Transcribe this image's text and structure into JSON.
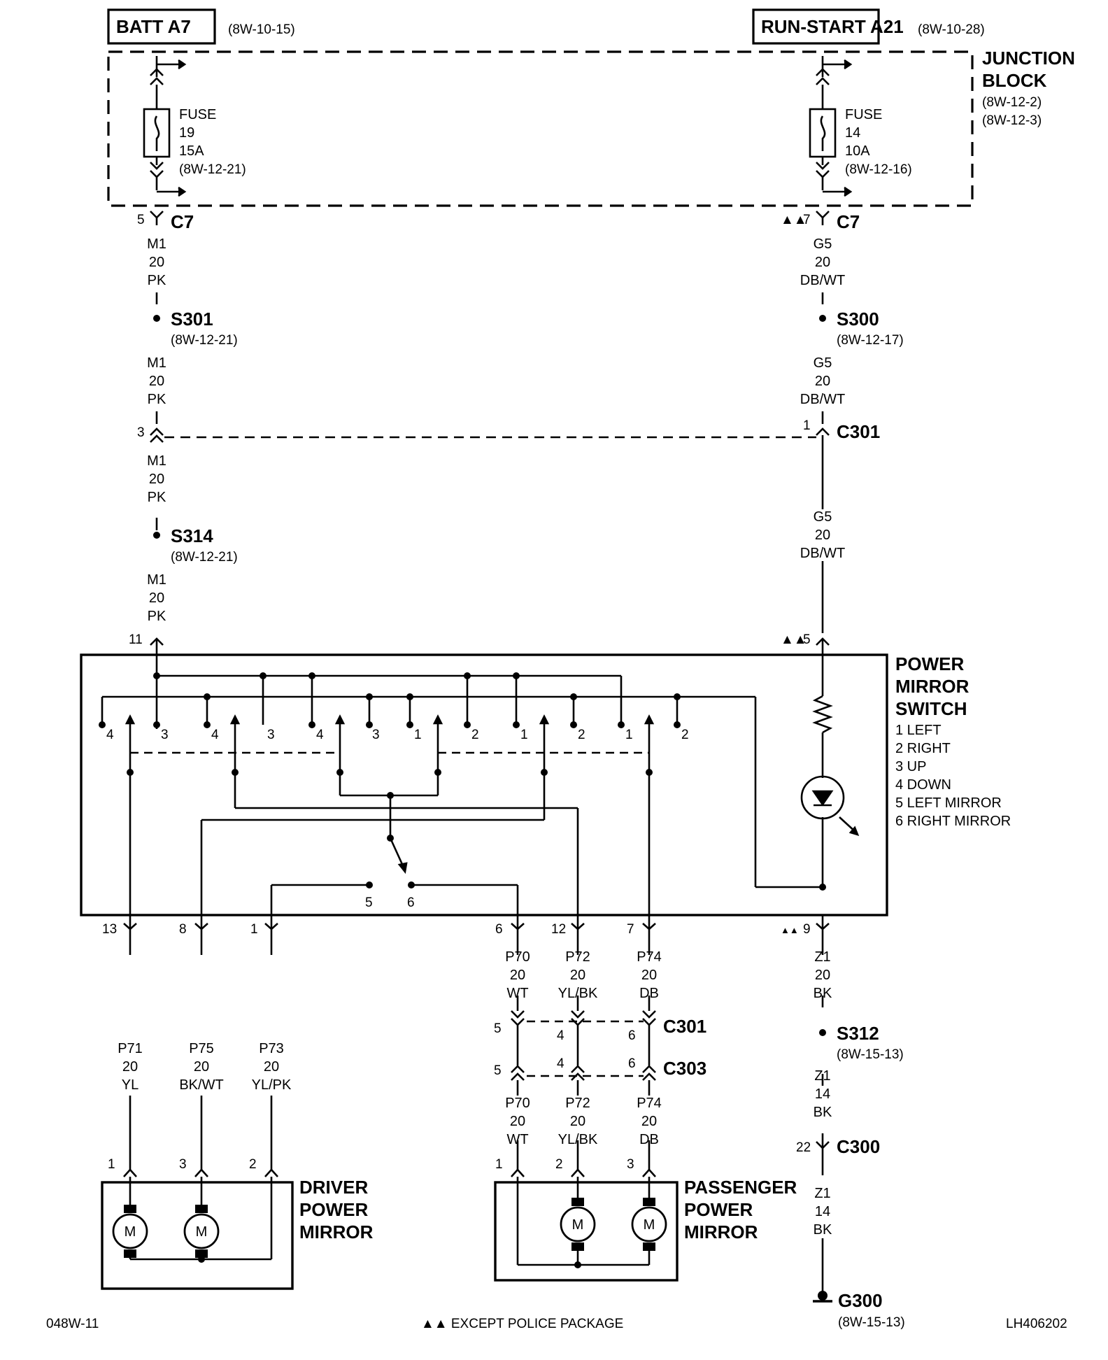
{
  "sources": {
    "batt": {
      "name": "BATT A7",
      "ref": "(8W-10-15)"
    },
    "run_start": {
      "name": "RUN-START A21",
      "ref": "(8W-10-28)"
    }
  },
  "junction_block": {
    "title1": "JUNCTION",
    "title2": "BLOCK",
    "ref1": "(8W-12-2)",
    "ref2": "(8W-12-3)"
  },
  "fuses": [
    {
      "l1": "FUSE",
      "l2": "19",
      "l3": "15A",
      "l4": "(8W-12-21)"
    },
    {
      "l1": "FUSE",
      "l2": "14",
      "l3": "10A",
      "l4": "(8W-12-16)"
    }
  ],
  "connectors": {
    "c7_left": {
      "pin": "5",
      "name": "C7"
    },
    "c7_right": {
      "pin": "7",
      "name": "C7",
      "marker": "▲▲"
    },
    "c301_left_pin": "3",
    "c301_right": {
      "pin": "1",
      "name": "C301"
    },
    "sw11_pin": "11",
    "sw5": {
      "pin": "5",
      "marker": "▲▲"
    },
    "c300": {
      "pin": "22",
      "name": "C300"
    }
  },
  "wires": {
    "m1": {
      "circuit": "M1",
      "gauge": "20",
      "color": "PK"
    },
    "g5": {
      "circuit": "G5",
      "gauge": "20",
      "color": "DB/WT"
    },
    "z1_20": {
      "circuit": "Z1",
      "gauge": "20",
      "color": "BK"
    },
    "z1_14": {
      "circuit": "Z1",
      "gauge": "14",
      "color": "BK"
    },
    "p71": {
      "circuit": "P71",
      "gauge": "20",
      "color": "YL"
    },
    "p75": {
      "circuit": "P75",
      "gauge": "20",
      "color": "BK/WT"
    },
    "p73": {
      "circuit": "P73",
      "gauge": "20",
      "color": "YL/PK"
    },
    "p70": {
      "circuit": "P70",
      "gauge": "20",
      "color": "WT"
    },
    "p72": {
      "circuit": "P72",
      "gauge": "20",
      "color": "YL/BK"
    },
    "p74": {
      "circuit": "P74",
      "gauge": "20",
      "color": "DB"
    }
  },
  "splices": {
    "s301": {
      "name": "S301",
      "ref": "(8W-12-21)"
    },
    "s300": {
      "name": "S300",
      "ref": "(8W-12-17)"
    },
    "s314": {
      "name": "S314",
      "ref": "(8W-12-21)"
    },
    "s312": {
      "name": "S312",
      "ref": "(8W-15-13)"
    }
  },
  "switch": {
    "title": [
      "POWER",
      "MIRROR",
      "SWITCH"
    ],
    "legend": [
      "1 LEFT",
      "2 RIGHT",
      "3 UP",
      "4 DOWN",
      "5 LEFT MIRROR",
      "6 RIGHT MIRROR"
    ],
    "contact_labels": [
      "4",
      "3",
      "4",
      "3",
      "4",
      "3",
      "1",
      "2",
      "1",
      "2",
      "1",
      "2"
    ],
    "selector_labels": [
      "5",
      "6"
    ],
    "out_pins": {
      "p13": "13",
      "p8": "8",
      "p1": "1",
      "p6": "6",
      "p12": "12",
      "p7": "7",
      "p9": "9",
      "p9_marker": "▲▲"
    }
  },
  "pass_connectors": {
    "c301": {
      "name": "C301",
      "pins": [
        "5",
        "4",
        "6"
      ]
    },
    "c303": {
      "name": "C303",
      "pins": [
        "5",
        "4",
        "6"
      ]
    }
  },
  "driver_mirror": {
    "title": [
      "DRIVER",
      "POWER",
      "MIRROR"
    ],
    "pins": [
      "1",
      "3",
      "2"
    ],
    "motor_label": "M"
  },
  "passenger_mirror": {
    "title": [
      "PASSENGER",
      "POWER",
      "MIRROR"
    ],
    "pins": [
      "1",
      "2",
      "3"
    ],
    "motor_label": "M"
  },
  "ground": {
    "name": "G300",
    "ref": "(8W-15-13)"
  },
  "footer": {
    "left": "048W-11",
    "center": "▲▲ EXCEPT POLICE PACKAGE",
    "right": "LH406202"
  }
}
